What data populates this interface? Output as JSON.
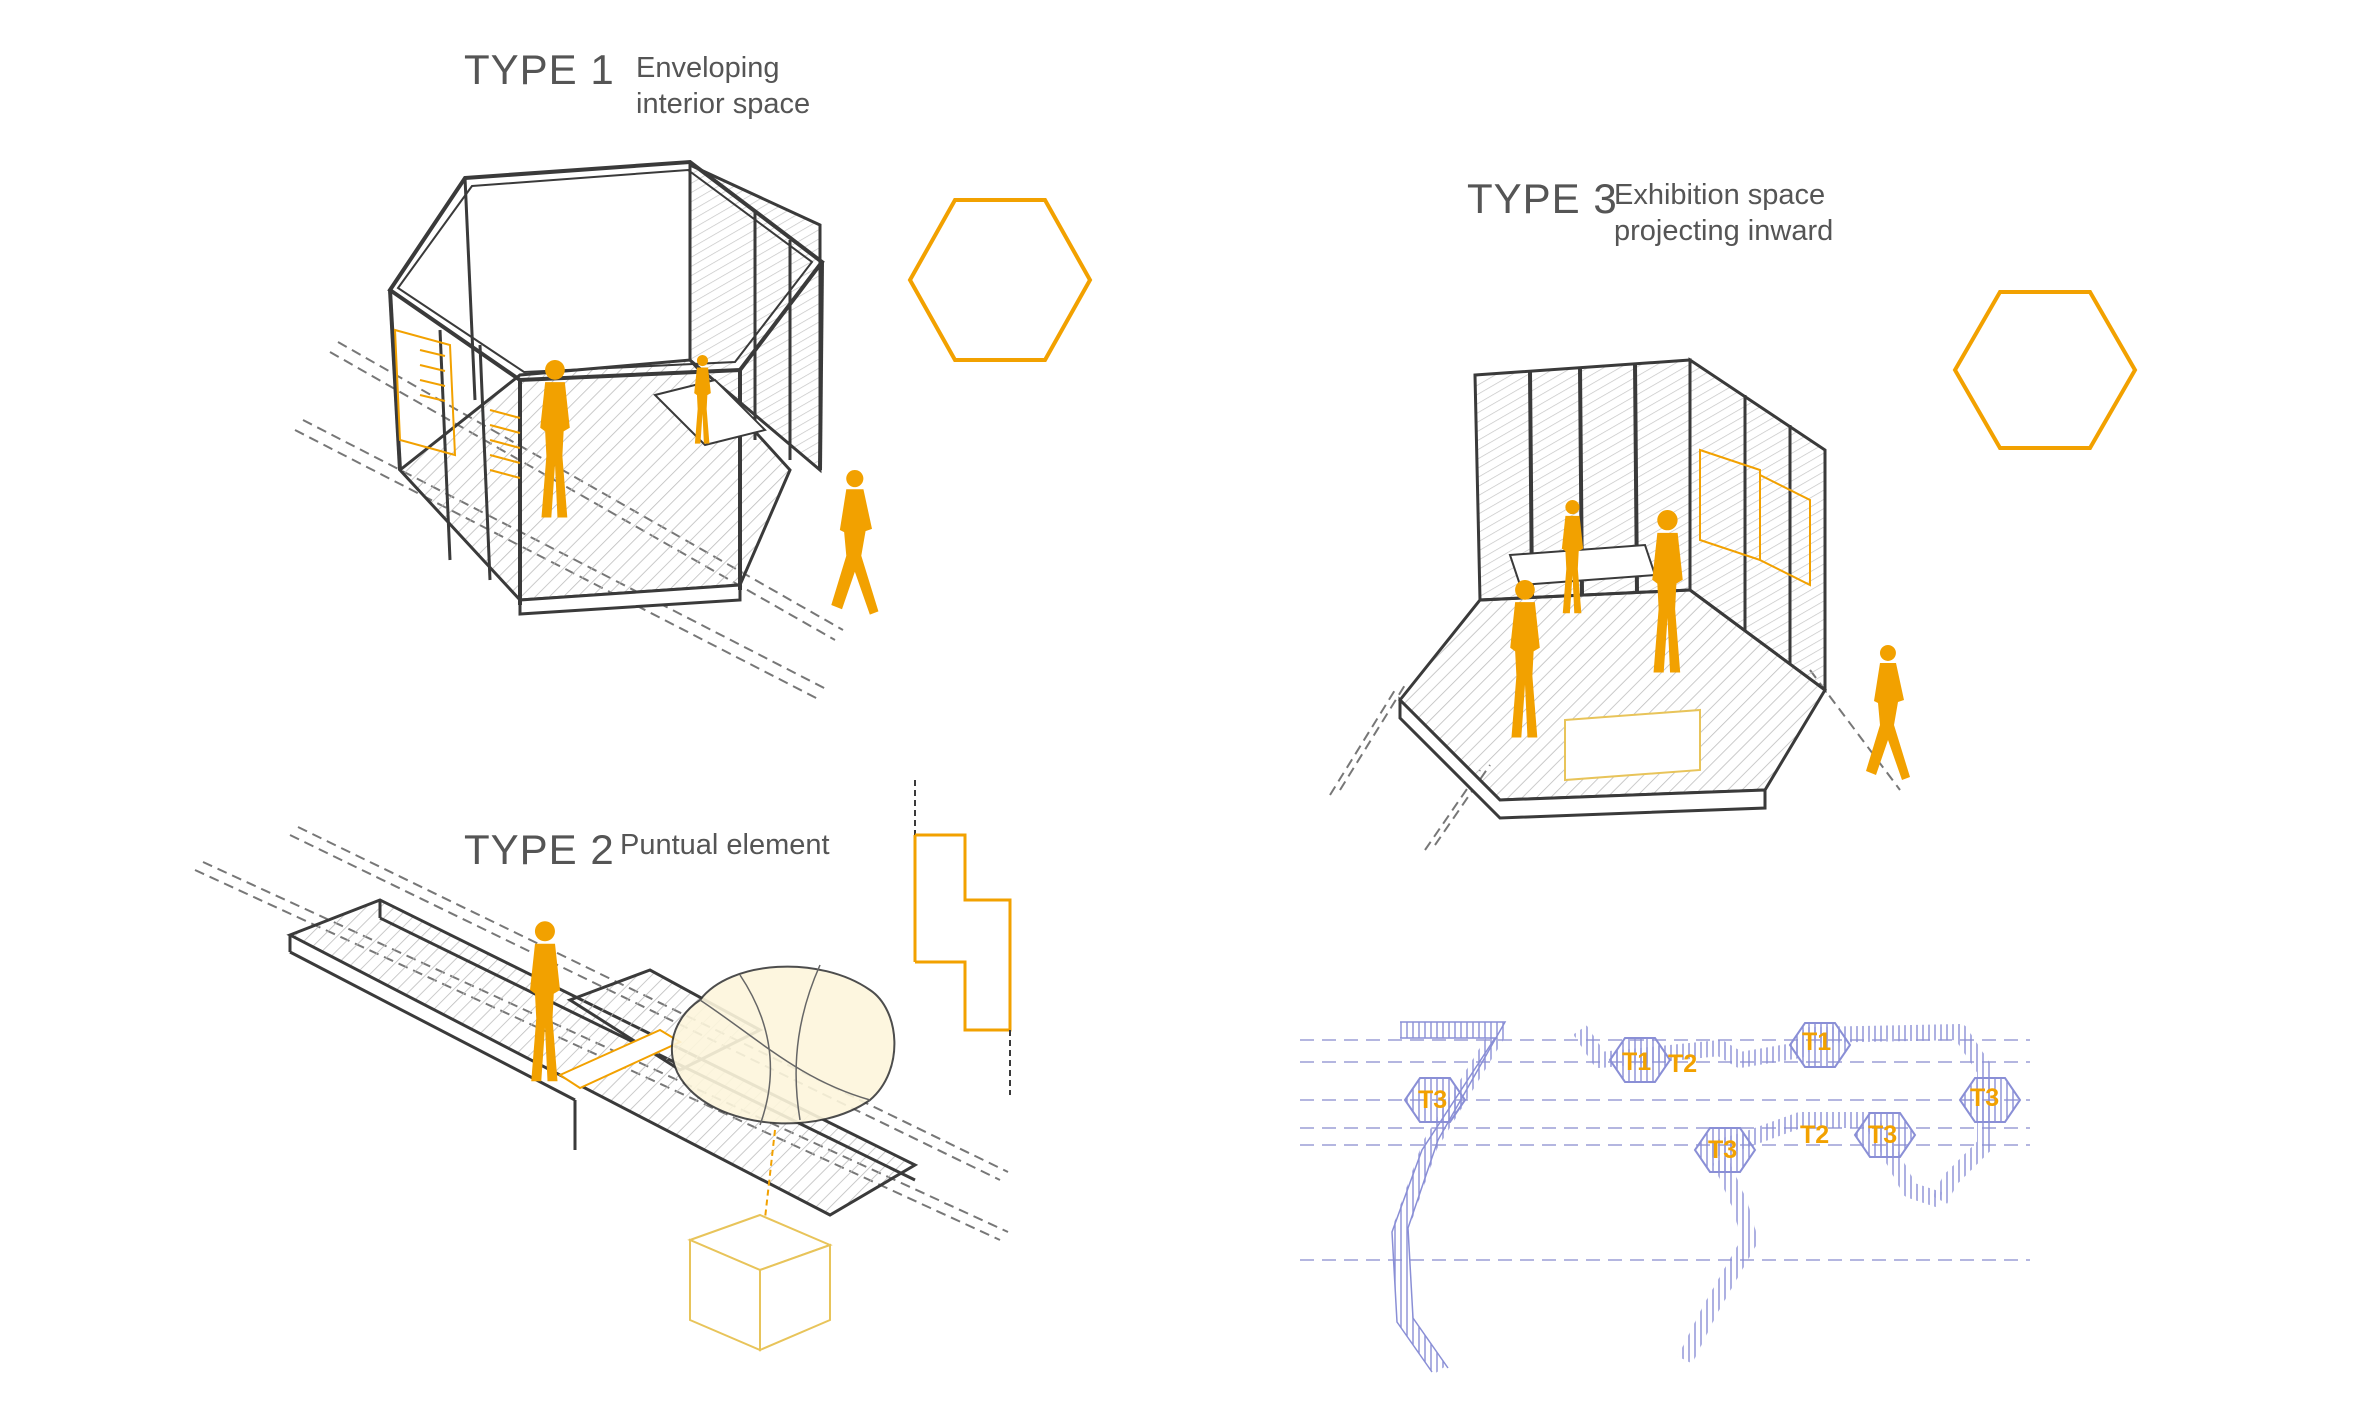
{
  "colors": {
    "accent": "#f2a100",
    "line": "#3a3a3a",
    "hatch": "#b8b8b8",
    "plan": "#8a8fd6",
    "text": "#555555"
  },
  "type1": {
    "title": "TYPE 1",
    "desc_line1": "Enveloping",
    "desc_line2": "interior space"
  },
  "type2": {
    "title": "TYPE 2",
    "desc_line1": "Puntual element"
  },
  "type3": {
    "title": "TYPE 3",
    "desc_line1": "Exhibition space",
    "desc_line2": "projecting inward"
  },
  "plan": {
    "tags": [
      "T1",
      "T2",
      "T1",
      "T3",
      "T3",
      "T2",
      "T3",
      "T3"
    ]
  },
  "icons": [
    "hexagon-icon",
    "hexagon-icon",
    "stepped-profile-icon",
    "person-icon"
  ]
}
